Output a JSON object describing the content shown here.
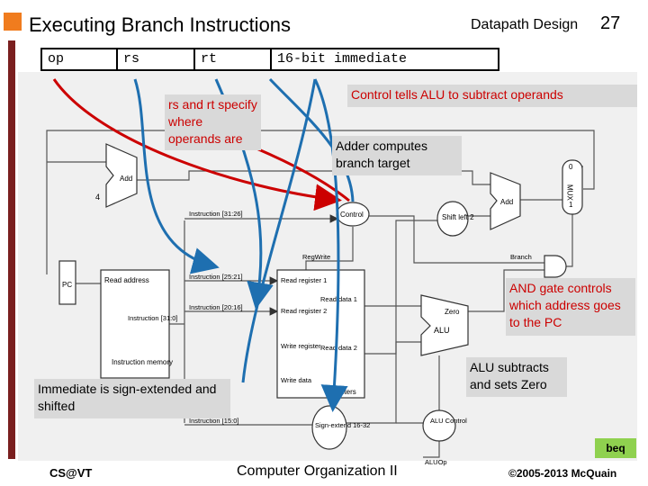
{
  "header": {
    "title": "Executing Branch Instructions",
    "section": "Datapath Design",
    "page_number": "27"
  },
  "instruction_format": {
    "fields": [
      "op",
      "rs",
      "rt",
      "16-bit immediate"
    ]
  },
  "callouts": {
    "rs_rt": "rs and rt specify where operands are",
    "control_alu": "Control tells ALU to subtract operands",
    "adder": "Adder computes branch target",
    "and_gate": "AND gate controls which address goes to the PC",
    "alu_zero": "ALU subtracts and sets Zero",
    "immediate": "Immediate is sign-extended and shifted",
    "beq": "beq"
  },
  "datapath": {
    "pc": "PC",
    "add": "Add",
    "four": "4",
    "read_address": "Read address",
    "instruction_31_0": "Instruction [31:0]",
    "instruction_memory": "Instruction memory",
    "instr_31_26": "Instruction [31:26]",
    "instr_25_21": "Instruction [25:21]",
    "instr_20_16": "Instruction [20:16]",
    "instr_15_0": "Instruction [15:0]",
    "control": "Control",
    "regwrite": "RegWrite",
    "read_register_1": "Read register 1",
    "read_register_2": "Read register 2",
    "write_register": "Write register",
    "write_data": "Write data",
    "read_data_1": "Read data 1",
    "read_data_2": "Read data 2",
    "registers": "Registers",
    "sign_extend": "Sign-extend 16-32",
    "shift_left_2": "Shift left 2",
    "add_target": "Add",
    "mux": "MUX",
    "mux_0": "0",
    "mux_1": "1",
    "branch": "Branch",
    "zero": "Zero",
    "alu": "ALU",
    "alu_control": "ALU Control",
    "aluop": "ALUOp"
  },
  "footer": {
    "left": "CS@VT",
    "center": "Computer Organization II",
    "right": "©2005-2013 McQuain"
  },
  "colors": {
    "accent_square": "#f07c1e",
    "left_bar": "#7a1f1f",
    "red_arrow": "#cc0000",
    "blue_arrow": "#1e6fb0",
    "callout_bg": "#d9d9d9",
    "beq_bg": "#8fd14f"
  }
}
